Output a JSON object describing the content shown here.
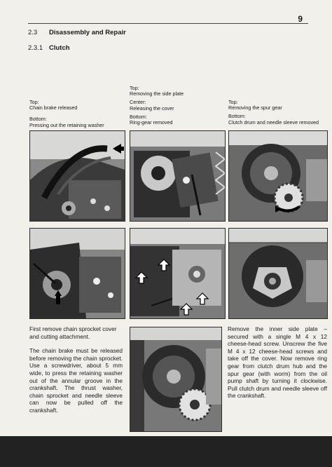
{
  "page": {
    "page_number": "9",
    "section": {
      "number": "2.3",
      "title": "Disassembly and Repair"
    },
    "subsection": {
      "number": "2.3.1",
      "title": "Clutch"
    }
  },
  "captions": {
    "col1_top_label": "Top:",
    "col1_top_text": "Chain brake released",
    "col1_bottom_label": "Bottom:",
    "col1_bottom_text": "Pressing out the retaining washer",
    "col2_top_label": "Top:",
    "col2_top_text": "Removing the side plate",
    "col2_center_label": "Center:",
    "col2_center_text": "Releasing the cover",
    "col2_bottom_label": "Bottom:",
    "col2_bottom_text": "Ring-gear removed",
    "col3_top_label": "Top:",
    "col3_top_text": "Removing the spur gear",
    "col3_bottom_label": "Bottom:",
    "col3_bottom_text": "Clutch drum and needle sleeve removed"
  },
  "body_text": {
    "left_p1": "First remove chain sprocket cover and cutting attachment.",
    "left_p2": "The chain brake must be released before removing the chain sprocket. Use a screwdriver, about 5 mm wide, to press the retaining washer out of the annular groove in the crankshaft. The thrust washer, chain sprocket and needle sleeve can now be pulled off the crankshaft.",
    "right_p1": "Remove the inner side plate – secured with a single M 4 x 12 cheese-head screw. Unscrew the five M 4 x 12 cheese-head screws and take off the cover. Now remove ring gear from clutch drum hub and the spur gear (with worm) from the oil pump shaft by turning it clockwise. Pull clutch drum and needle sleeve off the crankshaft."
  }
}
